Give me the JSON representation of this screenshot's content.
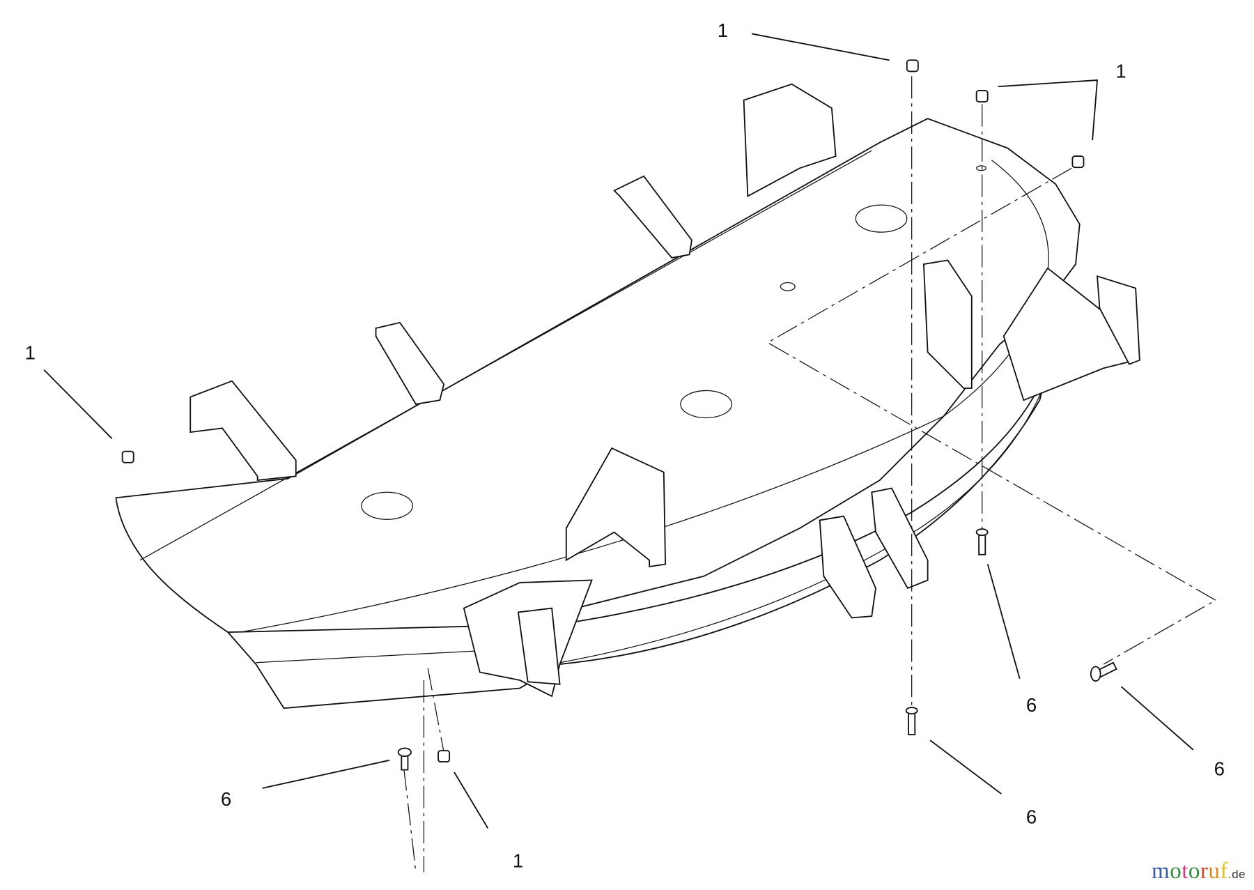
{
  "callouts": [
    {
      "id": "nut-top",
      "label": "1"
    },
    {
      "id": "nut-right",
      "label": "1"
    },
    {
      "id": "nut-left",
      "label": "1"
    },
    {
      "id": "nut-bottom",
      "label": "1"
    },
    {
      "id": "bolt-bottom-left",
      "label": "6"
    },
    {
      "id": "bolt-center",
      "label": "6"
    },
    {
      "id": "bolt-right-mid",
      "label": "6"
    },
    {
      "id": "bolt-far-right",
      "label": "6"
    }
  ],
  "watermark": {
    "text": "motoruf",
    "suffix": ".de",
    "colors": [
      "#3b5aa8",
      "#2e8b3a",
      "#d6337a",
      "#2e8b3a",
      "#d9482b",
      "#e08a1e",
      "#e6c21a"
    ]
  }
}
